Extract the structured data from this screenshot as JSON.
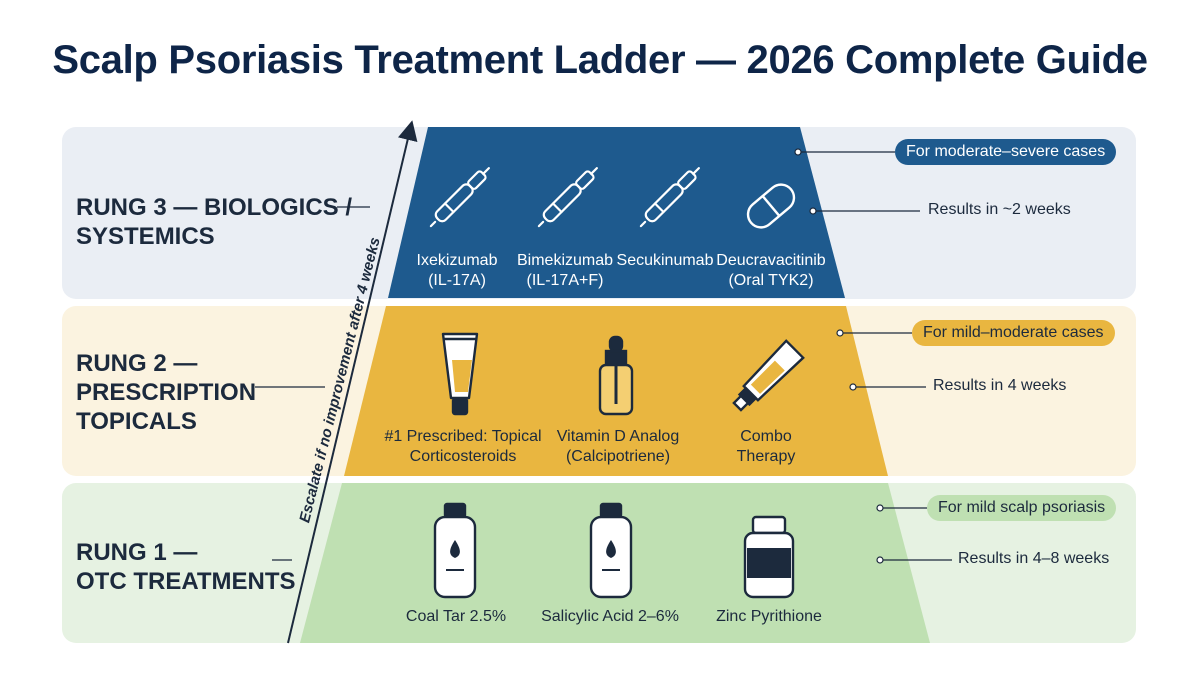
{
  "title": "Scalp Psoriasis Treatment Ladder — 2026 Complete Guide",
  "escalation_note": "Escalate if no improvement after 4 weeks",
  "colors": {
    "rung3_panel": "#eaeef4",
    "rung3_band": "#1e5a8e",
    "rung2_panel": "#fbf3e0",
    "rung2_band": "#e9b640",
    "rung1_panel": "#e6f2e2",
    "rung1_band": "#bfe0b2",
    "title": "#0e2548"
  },
  "rungs": [
    {
      "label": "RUNG 3 — BIOLOGICS /\nSYSTEMICS",
      "audience": "For moderate–severe cases",
      "results": "Results in ~2 weeks",
      "items": [
        {
          "label": "Ixekizumab\n(IL-17A)",
          "icon": "injection-pen-icon"
        },
        {
          "label": "Bimekizumab\n(IL-17A+F)",
          "icon": "injection-pen-icon"
        },
        {
          "label": "Secukinumab",
          "icon": "injection-pen-icon"
        },
        {
          "label": "Deucravacitinib\n(Oral TYK2)",
          "icon": "capsule-icon"
        }
      ]
    },
    {
      "label": "RUNG 2 —\nPRESCRIPTION\nTOPICALS",
      "audience": "For mild–moderate cases",
      "results": "Results in 4 weeks",
      "items": [
        {
          "label": "#1 Prescribed: Topical\nCorticosteroids",
          "icon": "cream-tube-icon"
        },
        {
          "label": "Vitamin D Analog\n(Calcipotriene)",
          "icon": "dropper-bottle-icon"
        },
        {
          "label": "Combo\nTherapy",
          "icon": "ointment-tube-icon"
        }
      ]
    },
    {
      "label": "RUNG 1 —\nOTC TREATMENTS",
      "audience": "For mild scalp psoriasis",
      "results": "Results in 4–8 weeks",
      "items": [
        {
          "label": "Coal Tar 2.5%",
          "icon": "shampoo-bottle-icon"
        },
        {
          "label": "Salicylic Acid 2–6%",
          "icon": "shampoo-bottle-icon"
        },
        {
          "label": "Zinc Pyrithione",
          "icon": "jar-icon"
        }
      ]
    }
  ]
}
